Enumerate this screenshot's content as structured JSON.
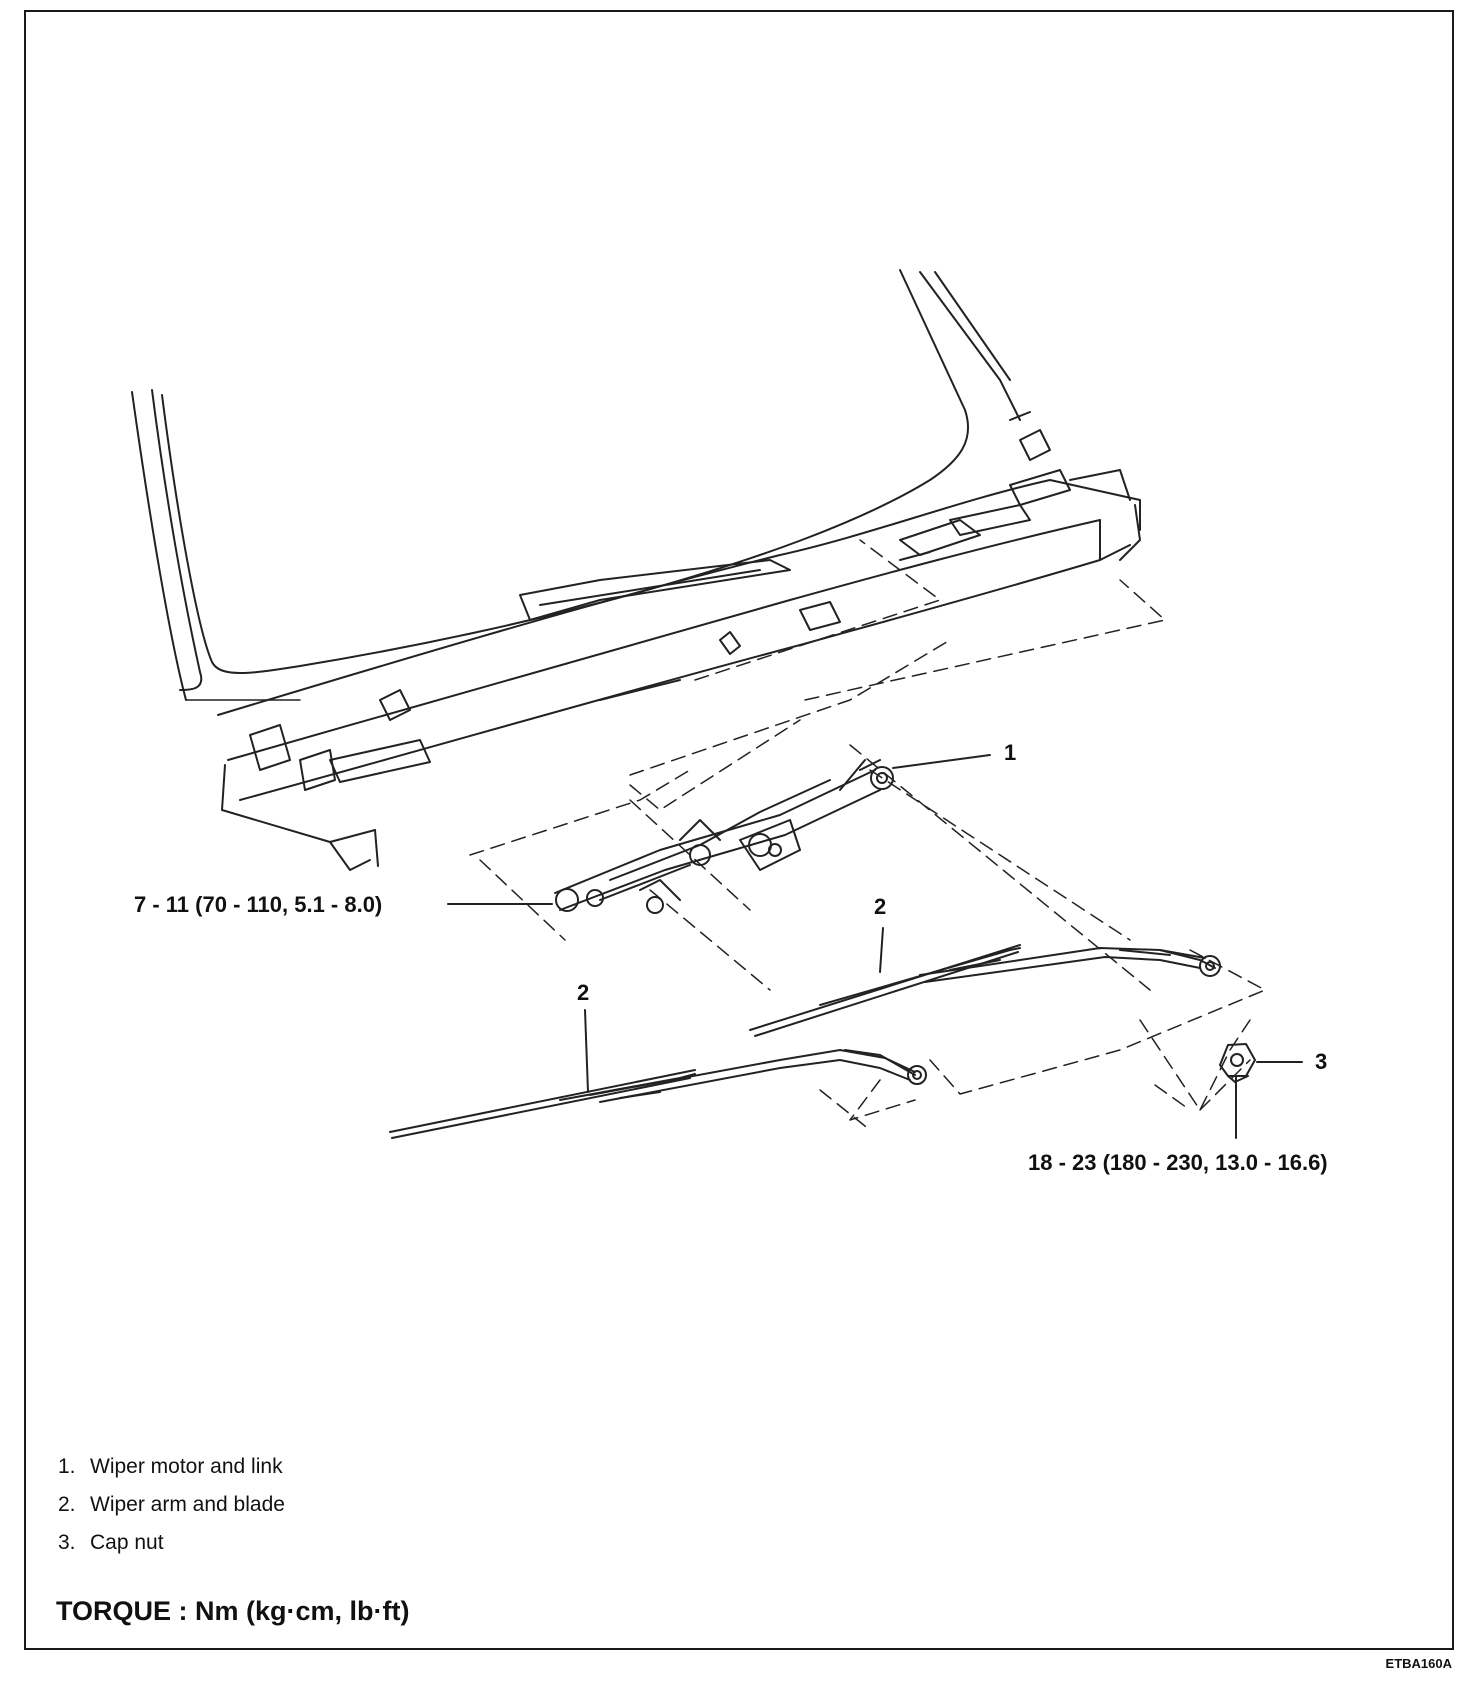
{
  "figure": {
    "code": "ETBA160A",
    "callouts": {
      "part1": "1",
      "part2_right": "2",
      "part2_left": "2",
      "part3": "3"
    },
    "torque_specs": {
      "link_bolt": "7 - 11 (70  -  110, 5.1 - 8.0)",
      "cap_nut": "18 - 23 (180  -  230, 13.0 - 16.6)"
    }
  },
  "legend": {
    "items": [
      {
        "number": "1.",
        "label": "Wiper motor and link"
      },
      {
        "number": "2.",
        "label": "Wiper arm and blade"
      },
      {
        "number": "3.",
        "label": "Cap nut"
      }
    ]
  },
  "torque_unit_title": "TORQUE : Nm (kg·cm, lb·ft)"
}
